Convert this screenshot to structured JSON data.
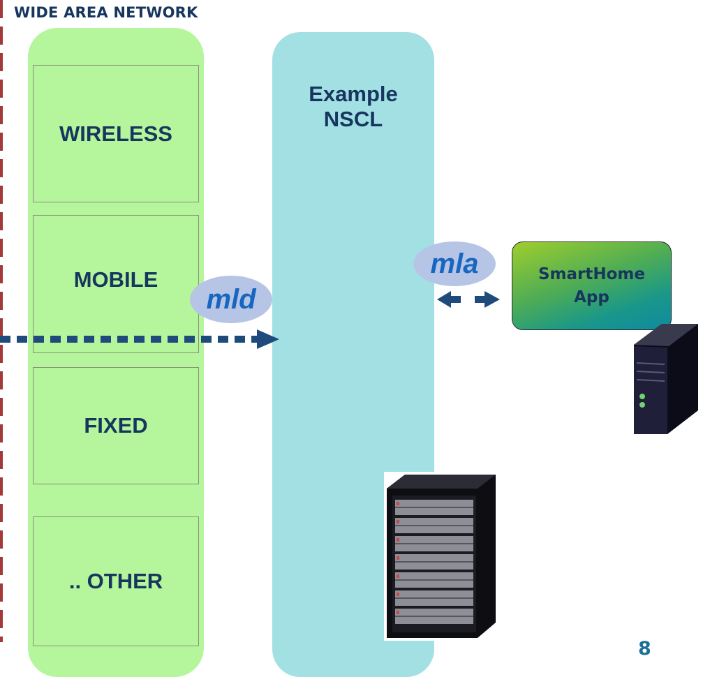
{
  "header": {
    "title": "WIDE AREA NETWORK"
  },
  "wan": {
    "boxes": [
      {
        "label": "WIRELESS"
      },
      {
        "label": "MOBILE"
      },
      {
        "label": "FIXED"
      },
      {
        "label": ".. OTHER"
      }
    ]
  },
  "nscl": {
    "line1": "Example",
    "line2": "NSCL"
  },
  "interfaces": {
    "mld": "mld",
    "mla": "mla"
  },
  "app": {
    "line1": "SmartHome",
    "line2": "App"
  },
  "footer": {
    "page_number": "8"
  },
  "colors": {
    "wan_fill": "#b5f59b",
    "nscl_fill": "#a2e0e4",
    "text_navy": "#17365d",
    "interface_text": "#1866c0",
    "interface_fill": "#b6c5e6",
    "arrow": "#1f4a7c",
    "border_dash": "#a23a3a",
    "page_number": "#1b6e96"
  },
  "icons": [
    "rack-server-icon",
    "tower-server-icon"
  ]
}
